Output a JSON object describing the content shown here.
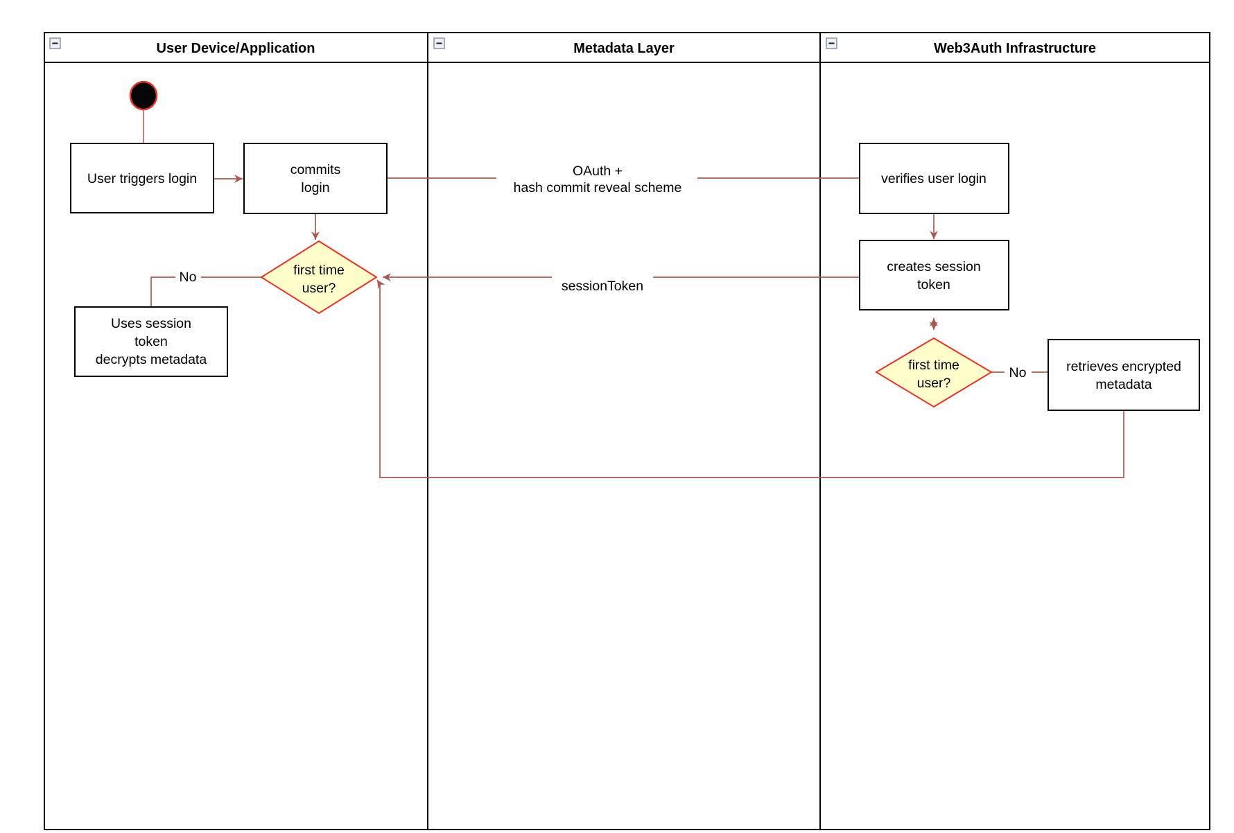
{
  "lanes": [
    {
      "id": "user-device",
      "title": "User Device/Application"
    },
    {
      "id": "metadata-layer",
      "title": "Metadata Layer"
    },
    {
      "id": "web3auth-infrastructure",
      "title": "Web3Auth Infrastructure"
    }
  ],
  "icons": {
    "collapse_glyph": "−"
  },
  "nodes": {
    "user_triggers_login": {
      "label": "User triggers login"
    },
    "commits_login": {
      "line1": "commits",
      "line2": "login"
    },
    "first_time_user_left": {
      "line1": "first time",
      "line2": "user?"
    },
    "uses_session_token": {
      "line1": "Uses session",
      "line2": "token",
      "line3": "decrypts metadata"
    },
    "verifies_user_login": {
      "label": "verifies user login"
    },
    "creates_session_token": {
      "line1": "creates session",
      "line2": "token"
    },
    "first_time_user_right": {
      "line1": "first time",
      "line2": "user?"
    },
    "retrieves_encrypted_metadata": {
      "line1": "retrieves encrypted",
      "line2": "metadata"
    }
  },
  "edge_labels": {
    "oauth": {
      "line1": "OAuth +",
      "line2": "hash commit reveal scheme"
    },
    "session_token": "sessionToken",
    "no_left": "No",
    "no_right": "No"
  },
  "colors": {
    "edge": "#ab5850",
    "decision_border": "#ee2e20",
    "decision_fill": "#ffffcc",
    "shape_border": "#000000",
    "shape_fill": "#ffffff",
    "start_fill": "#050505",
    "start_stroke": "#e8342a"
  }
}
